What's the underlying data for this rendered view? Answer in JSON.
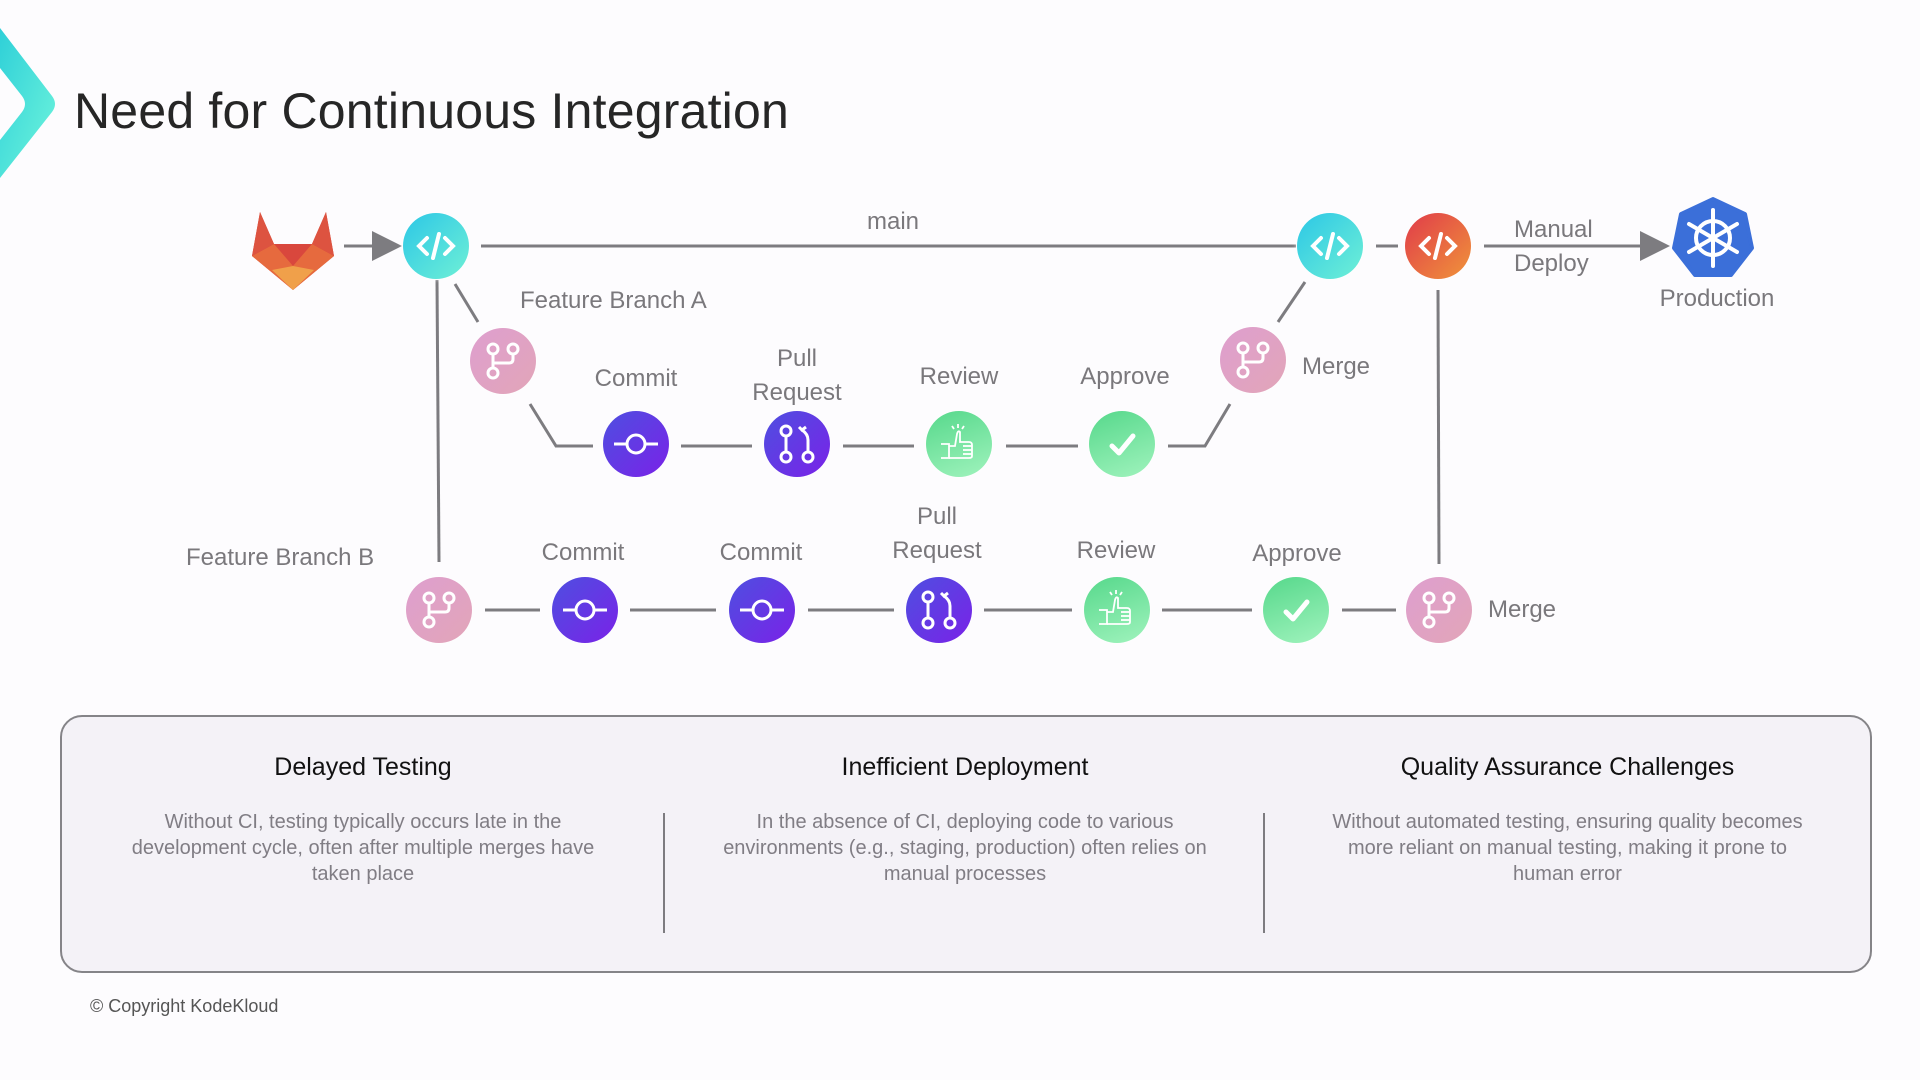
{
  "slide": {
    "title": "Need for Continuous Integration",
    "copyright": "© Copyright KodeKloud"
  },
  "diagram": {
    "source": {
      "icon": "gitlab-icon",
      "label": ""
    },
    "main_branch": {
      "label": "main",
      "start_node": {
        "icon": "code-icon",
        "color": "#2cc7e6"
      },
      "end_node": {
        "icon": "code-icon",
        "color": "#2cc7e6"
      },
      "release_node": {
        "icon": "code-icon",
        "color": "#e8603f"
      }
    },
    "deploy": {
      "label_line1": "Manual",
      "label_line2": "Deploy"
    },
    "target": {
      "icon": "kubernetes-icon",
      "label": "Production",
      "color": "#3b6fd9"
    },
    "feature_branch_a": {
      "label": "Feature Branch A",
      "steps": [
        {
          "type": "branch",
          "label": ""
        },
        {
          "type": "commit",
          "label": "Commit"
        },
        {
          "type": "pull-request",
          "label_line1": "Pull",
          "label_line2": "Request"
        },
        {
          "type": "review",
          "label": "Review"
        },
        {
          "type": "approve",
          "label": "Approve"
        },
        {
          "type": "merge",
          "label": "Merge"
        }
      ]
    },
    "feature_branch_b": {
      "label": "Feature Branch B",
      "steps": [
        {
          "type": "branch",
          "label": ""
        },
        {
          "type": "commit",
          "label": "Commit"
        },
        {
          "type": "commit",
          "label": "Commit"
        },
        {
          "type": "pull-request",
          "label_line1": "Pull",
          "label_line2": "Request"
        },
        {
          "type": "review",
          "label": "Review"
        },
        {
          "type": "approve",
          "label": "Approve"
        },
        {
          "type": "merge",
          "label": "Merge"
        }
      ]
    },
    "colors": {
      "line": "#7d7c80",
      "branch": "#de9fcf",
      "commit": "#5a3fe4",
      "green": "#6fe39b"
    }
  },
  "challenges": [
    {
      "title": "Delayed Testing",
      "body": "Without CI, testing typically occurs late in the development cycle, often after multiple merges have taken place"
    },
    {
      "title": "Inefficient Deployment",
      "body": "In the absence of CI, deploying code to various environments (e.g., staging, production) often relies on manual processes"
    },
    {
      "title": "Quality Assurance Challenges",
      "body": "Without automated testing, ensuring quality becomes more reliant on manual testing, making it prone to human error"
    }
  ]
}
